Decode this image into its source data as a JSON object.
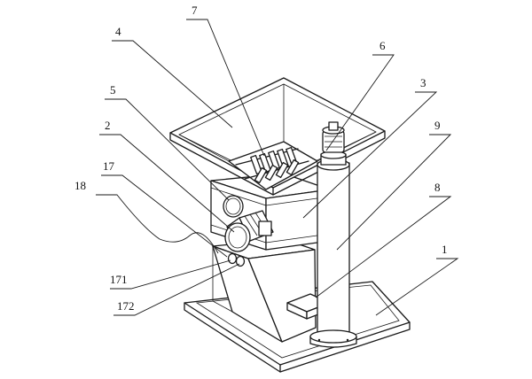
{
  "labels": [
    {
      "id": "1",
      "text": "1"
    },
    {
      "id": "2",
      "text": "2"
    },
    {
      "id": "3",
      "text": "3"
    },
    {
      "id": "4",
      "text": "4"
    },
    {
      "id": "5",
      "text": "5"
    },
    {
      "id": "6",
      "text": "6"
    },
    {
      "id": "7",
      "text": "7"
    },
    {
      "id": "8",
      "text": "8"
    },
    {
      "id": "9",
      "text": "9"
    },
    {
      "id": "17",
      "text": "17"
    },
    {
      "id": "18",
      "text": "18"
    },
    {
      "id": "171",
      "text": "171"
    },
    {
      "id": "172",
      "text": "172"
    }
  ]
}
